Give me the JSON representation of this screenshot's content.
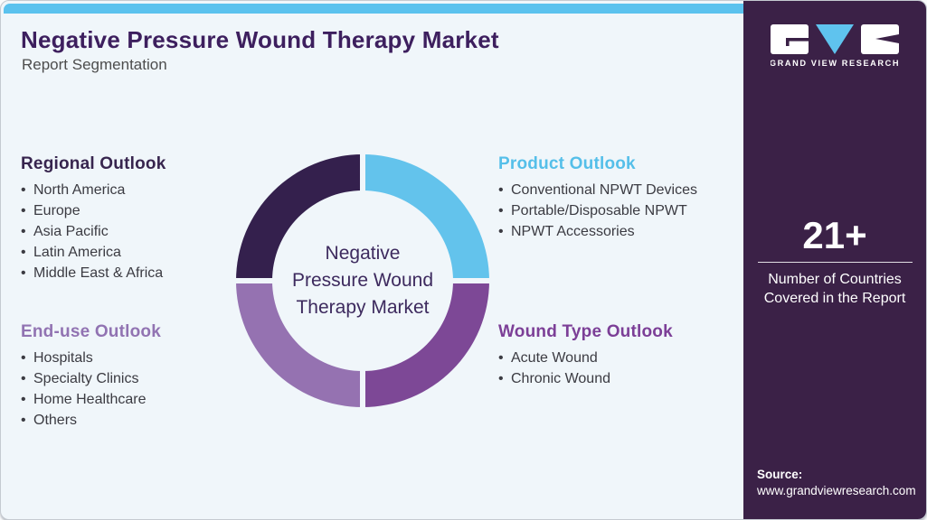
{
  "header": {
    "title": "Negative Pressure Wound Therapy Market",
    "subtitle": "Report Segmentation"
  },
  "sections": [
    {
      "heading": "Regional Outlook",
      "items": [
        "North America",
        "Europe",
        "Asia Pacific",
        "Latin America",
        "Middle East & Africa"
      ]
    },
    {
      "heading": "End-use Outlook",
      "items": [
        "Hospitals",
        "Specialty Clinics",
        "Home Healthcare",
        "Others"
      ]
    },
    {
      "heading": "Product Outlook",
      "items": [
        "Conventional NPWT Devices",
        "Portable/Disposable NPWT",
        "NPWT Accessories"
      ]
    },
    {
      "heading": "Wound Type Outlook",
      "items": [
        "Acute Wound",
        "Chronic Wound"
      ]
    }
  ],
  "donut": {
    "center_label": "Negative Pressure Wound Therapy Market",
    "center_lines": [
      "Negative",
      "Pressure Wound",
      "Therapy Market"
    ]
  },
  "sidebar": {
    "brand": "GRAND VIEW RESEARCH",
    "stat_value": "21+",
    "stat_label": "Number of Countries Covered in the Report",
    "source_label": "Source:",
    "source_url": "www.grandviewresearch.com"
  },
  "colors": {
    "topbar_blue": "#5bc2ee",
    "sidebar_purple": "#3b2147",
    "title_purple": "#3d1f5e",
    "segment_dark_purple": "#34204d",
    "segment_light_blue": "#63c3ec",
    "segment_purple": "#7d4896",
    "segment_light_purple": "#9572b1",
    "body_text": "#3b3b42",
    "background": "#f0f6fa"
  },
  "chart_data": {
    "type": "pie",
    "title": "Negative Pressure Wound Therapy Market — Report Segmentation",
    "categories": [
      "Regional Outlook",
      "Product Outlook",
      "Wound Type Outlook",
      "End-use Outlook"
    ],
    "values": [
      25,
      25,
      25,
      25
    ],
    "colors": [
      "#34204d",
      "#63c3ec",
      "#7d4896",
      "#9572b1"
    ],
    "center_label": "Negative Pressure Wound Therapy Market",
    "legend_position": "none",
    "note": "Equal-quadrant segmentation donut; each quadrant maps to one outlook section"
  }
}
